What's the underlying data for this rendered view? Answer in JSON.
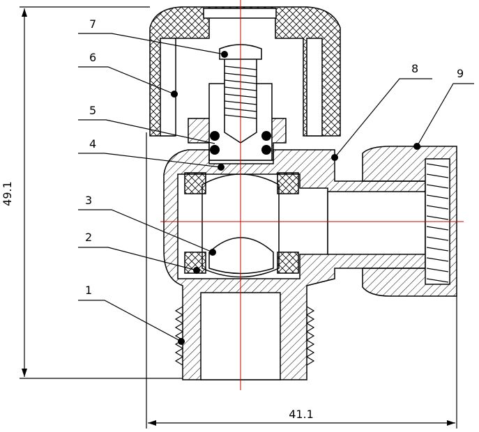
{
  "callouts": [
    {
      "num": "1"
    },
    {
      "num": "2"
    },
    {
      "num": "3"
    },
    {
      "num": "4"
    },
    {
      "num": "5"
    },
    {
      "num": "6"
    },
    {
      "num": "7"
    },
    {
      "num": "8"
    },
    {
      "num": "9"
    }
  ],
  "dimensions": {
    "height": "49.1",
    "width": "41.1"
  }
}
